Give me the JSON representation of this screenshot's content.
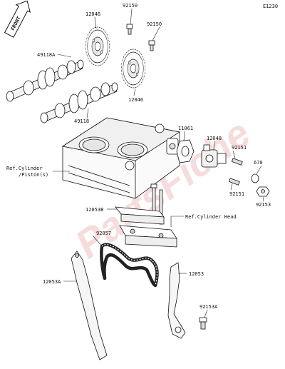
{
  "diagram_code": "E1230",
  "front_label": "FRONT",
  "watermark": "PartsFiche",
  "callouts": {
    "sprocket_upper": "12046",
    "sprocket_lower": "12046",
    "bolt_upper": "92150",
    "bolt_right": "92150",
    "camshaft_intake": "49118A",
    "camshaft_exhaust": "49118",
    "gasket": "11061",
    "tensioner": "12048",
    "bolt_tensioner_top": "92151",
    "oring": "670",
    "bolt_tensioner_bottom": "92151",
    "cap_bolt": "92153",
    "guide_upper": "12053B",
    "chain": "92057",
    "guide_right": "12053",
    "guide_left": "12053A",
    "pivot_bolt": "92153A",
    "ref_cylinder": "Ref.Cylinder",
    "ref_piston": "/Piston(s)",
    "ref_head": "Ref.Cylinder Head"
  }
}
